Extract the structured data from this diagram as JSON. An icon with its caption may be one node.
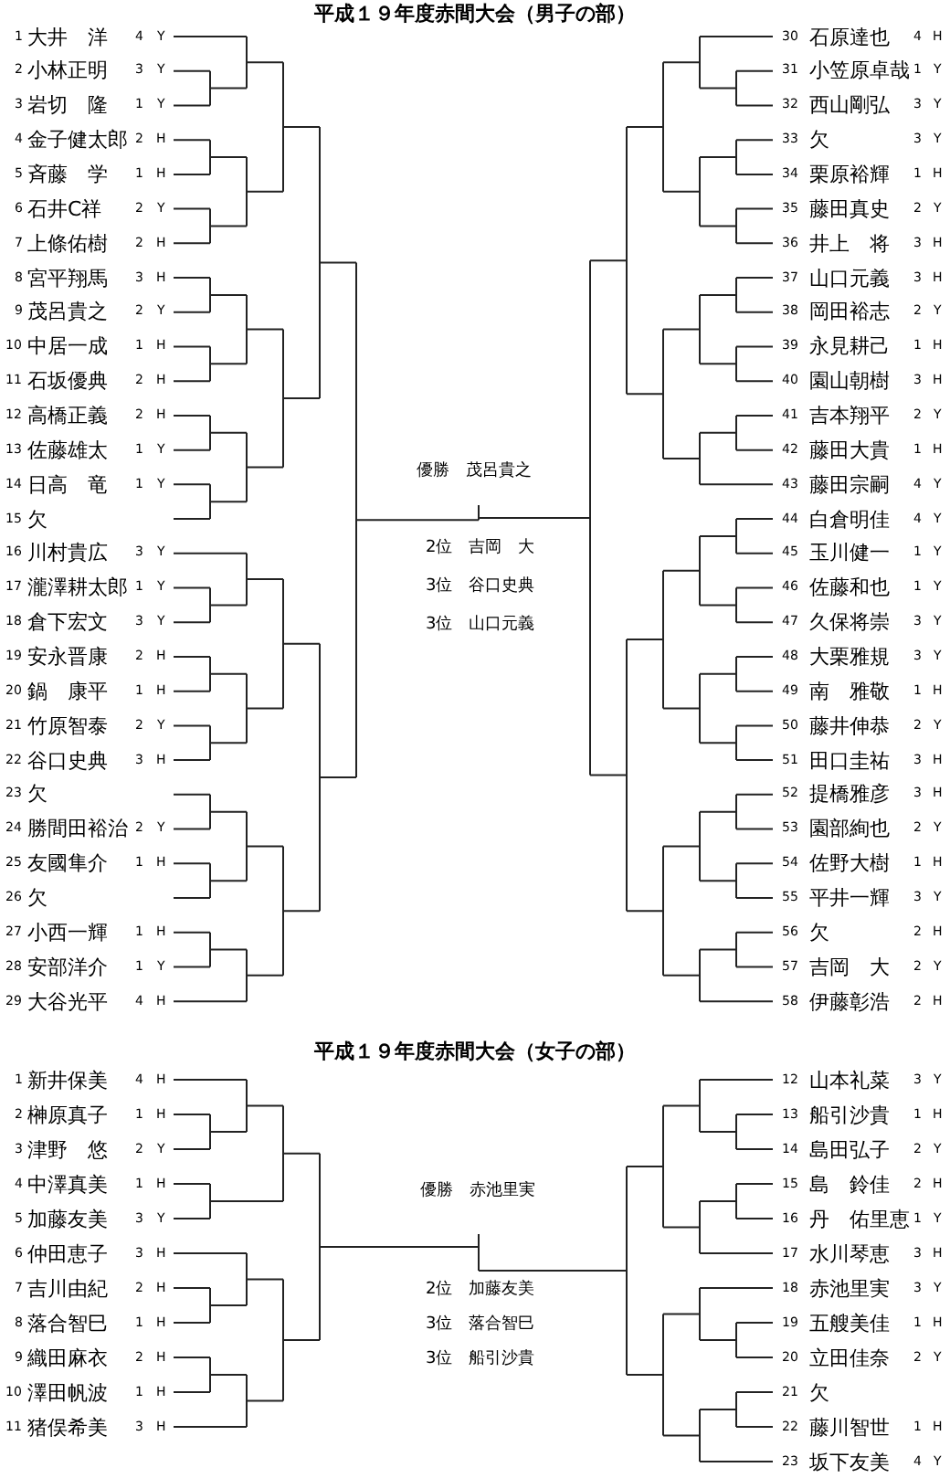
{
  "diagram": {
    "labels": [
      "平成１９年度赤間大会（男子の部）",
      "1",
      "大井　洋",
      "4",
      "Y",
      "2",
      "小林正明",
      "3",
      "Y",
      "3",
      "岩切　隆",
      "1",
      "Y",
      "4",
      "金子健太郎",
      "2",
      "H",
      "5",
      "斉藤　学",
      "1",
      "H",
      "6",
      "石井C祥",
      "2",
      "Y",
      "7",
      "上條佑樹",
      "2",
      "H",
      "8",
      "宮平翔馬",
      "3",
      "H",
      "9",
      "茂呂貴之",
      "2",
      "Y",
      "10",
      "中居一成",
      "1",
      "H",
      "11",
      "石坂優典",
      "2",
      "H",
      "12",
      "高橋正義",
      "2",
      "H",
      "13",
      "佐藤雄太",
      "1",
      "Y",
      "14",
      "日高　竜",
      "1",
      "Y",
      "15",
      "欠",
      "16",
      "川村貴広",
      "3",
      "Y",
      "17",
      "瀧澤耕太郎",
      "1",
      "Y",
      "18",
      "倉下宏文",
      "3",
      "Y",
      "19",
      "安永晋康",
      "2",
      "H",
      "20",
      "鍋　康平",
      "1",
      "H",
      "21",
      "竹原智泰",
      "2",
      "Y",
      "22",
      "谷口史典",
      "3",
      "H",
      "23",
      "欠",
      "24",
      "勝間田裕治",
      "2",
      "Y",
      "25",
      "友國隼介",
      "1",
      "H",
      "26",
      "欠",
      "27",
      "小西一輝",
      "1",
      "H",
      "28",
      "安部洋介",
      "1",
      "Y",
      "29",
      "大谷光平",
      "4",
      "H",
      "優勝　茂呂貴之",
      "2位　吉岡　大",
      "3位　谷口史典",
      "3位　山口元義",
      "30",
      "石原達也",
      "4",
      "H",
      "31",
      "小笠原卓哉",
      "1",
      "Y",
      "32",
      "西山剛弘",
      "3",
      "Y",
      "33",
      "欠",
      "3",
      "Y",
      "34",
      "栗原裕輝",
      "1",
      "H",
      "35",
      "藤田真史",
      "2",
      "Y",
      "36",
      "井上　将",
      "3",
      "H",
      "37",
      "山口元義",
      "3",
      "H",
      "38",
      "岡田裕志",
      "2",
      "Y",
      "39",
      "永見耕己",
      "1",
      "H",
      "40",
      "園山朝樹",
      "3",
      "H",
      "41",
      "吉本翔平",
      "2",
      "Y",
      "42",
      "藤田大貴",
      "1",
      "H",
      "43",
      "藤田宗嗣",
      "4",
      "Y",
      "44",
      "白倉明佳",
      "4",
      "Y",
      "45",
      "玉川健一",
      "1",
      "Y",
      "46",
      "佐藤和也",
      "1",
      "Y",
      "47",
      "久保将崇",
      "3",
      "Y",
      "48",
      "大栗雅規",
      "3",
      "Y",
      "49",
      "南　雅敬",
      "1",
      "H",
      "50",
      "藤井伸恭",
      "2",
      "Y",
      "51",
      "田口圭祐",
      "3",
      "H",
      "52",
      "提橋雅彦",
      "3",
      "H",
      "53",
      "園部絢也",
      "2",
      "Y",
      "54",
      "佐野大樹",
      "1",
      "H",
      "55",
      "平井一輝",
      "3",
      "Y",
      "56",
      "欠",
      "2",
      "H",
      "57",
      "吉岡　大",
      "2",
      "Y",
      "58",
      "伊藤彰浩",
      "2",
      "H",
      "平成１９年度赤間大会（女子の部）",
      "1",
      "新井保美",
      "4",
      "H",
      "2",
      "榊原真子",
      "1",
      "H",
      "3",
      "津野　悠",
      "2",
      "Y",
      "4",
      "中澤真美",
      "1",
      "H",
      "5",
      "加藤友美",
      "3",
      "Y",
      "6",
      "仲田恵子",
      "3",
      "H",
      "7",
      "吉川由紀",
      "2",
      "H",
      "8",
      "落合智巳",
      "1",
      "H",
      "9",
      "織田麻衣",
      "2",
      "H",
      "10",
      "澤田帆波",
      "1",
      "H",
      "11",
      "猪俣希美",
      "3",
      "H",
      "優勝　赤池里実",
      "2位　加藤友美",
      "3位　落合智巳",
      "3位　船引沙貴",
      "12",
      "山本礼菜",
      "3",
      "Y",
      "13",
      "船引沙貴",
      "1",
      "H",
      "14",
      "島田弘子",
      "2",
      "Y",
      "15",
      "島　鈴佳",
      "2",
      "H",
      "16",
      "丹　佑里恵",
      "1",
      "Y",
      "17",
      "水川琴恵",
      "3",
      "H",
      "18",
      "赤池里実",
      "3",
      "Y",
      "19",
      "五艘美佳",
      "1",
      "H",
      "20",
      "立田佳奈",
      "2",
      "Y",
      "21",
      "欠",
      "22",
      "藤川智世",
      "1",
      "H",
      "23",
      "坂下友美",
      "4",
      "Y"
    ]
  }
}
